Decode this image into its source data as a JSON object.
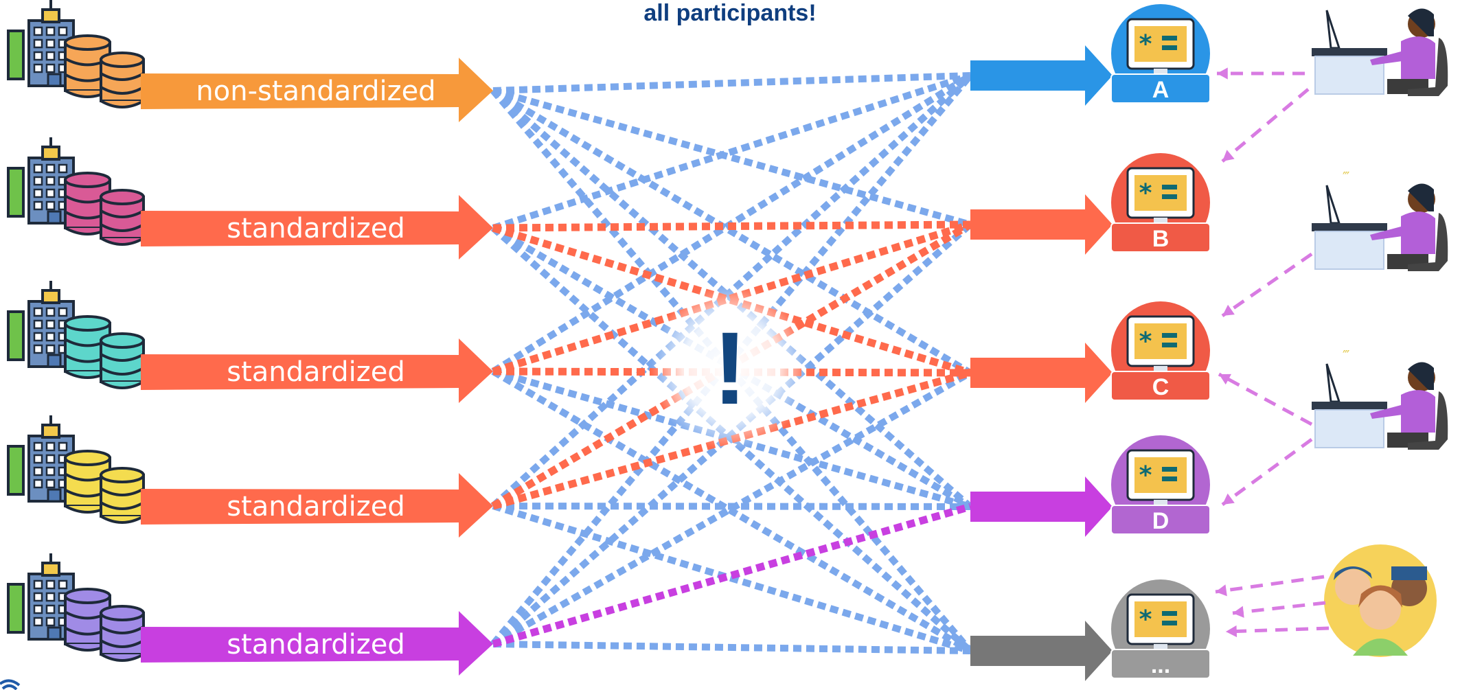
{
  "header": {
    "title_fragment": "all participants!"
  },
  "center": {
    "alert_symbol": "!"
  },
  "sources": [
    {
      "label": "non-standardized",
      "color": "#f7993b",
      "db_color": "#f6a657",
      "std": false
    },
    {
      "label": "standardized",
      "color": "#ff6a4c",
      "db_color": "#d95a96",
      "std": true
    },
    {
      "label": "standardized",
      "color": "#ff6a4c",
      "db_color": "#5dd6cb",
      "std": true
    },
    {
      "label": "standardized",
      "color": "#ff6a4c",
      "db_color": "#f4dc4f",
      "std": true
    },
    {
      "label": "standardized",
      "color": "#c83fe0",
      "db_color": "#a08be6",
      "std": true
    }
  ],
  "targets": [
    {
      "letter": "A",
      "arrow_color": "#2a95e6",
      "icon_color": "#2a95e6"
    },
    {
      "letter": "B",
      "arrow_color": "#ff6a4c",
      "icon_color": "#f05a46"
    },
    {
      "letter": "C",
      "arrow_color": "#ff6a4c",
      "icon_color": "#f05a46"
    },
    {
      "letter": "D",
      "arrow_color": "#c83fe0",
      "icon_color": "#b266d1"
    },
    {
      "letter": "...",
      "arrow_color": "#777777",
      "icon_color": "#9a9a9a"
    }
  ],
  "colors": {
    "blue_link": "#7ba8ec",
    "red_link": "#ff6a4c",
    "purple_link": "#c83fe0",
    "user_dash": "#d87be2",
    "title": "#0f3e7f"
  },
  "icons": [
    "building-icon",
    "database-icon",
    "computer-icon",
    "user-at-desk-icon",
    "group-icon"
  ]
}
